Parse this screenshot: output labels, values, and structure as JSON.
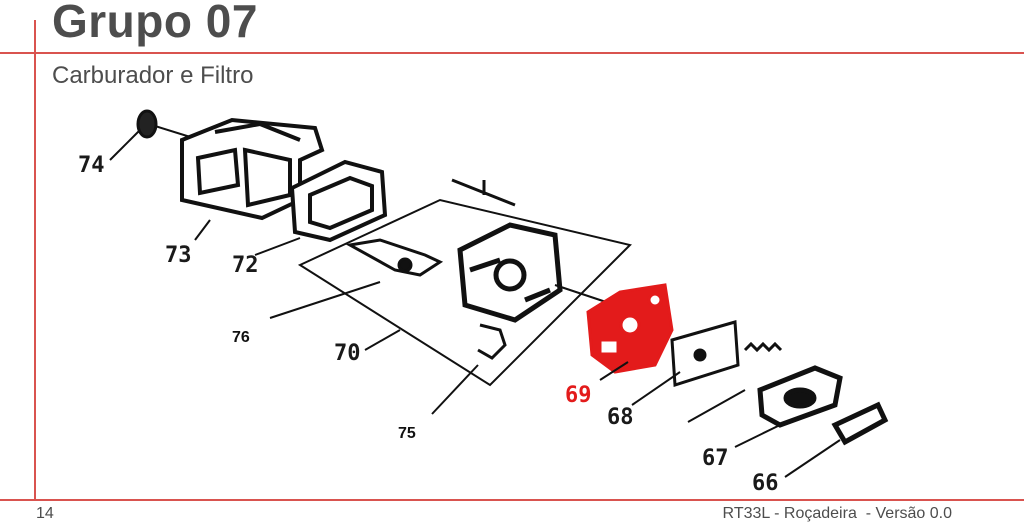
{
  "header": {
    "title": "Grupo 07",
    "subtitle": "Carburador e Filtro"
  },
  "diagram": {
    "labels": {
      "p66": "66",
      "p67": "67",
      "p68": "68",
      "p69": "69",
      "p70": "70",
      "p72": "72",
      "p73": "73",
      "p74": "74",
      "p75": "75",
      "p76": "76"
    },
    "highlight_color": "#e31b1b"
  },
  "footer": {
    "page_number": "14",
    "document": "RT33L - Roçadeira  - Versão 0.0"
  },
  "colors": {
    "accent_rule": "#d9534f",
    "text": "#4d4d4d"
  }
}
